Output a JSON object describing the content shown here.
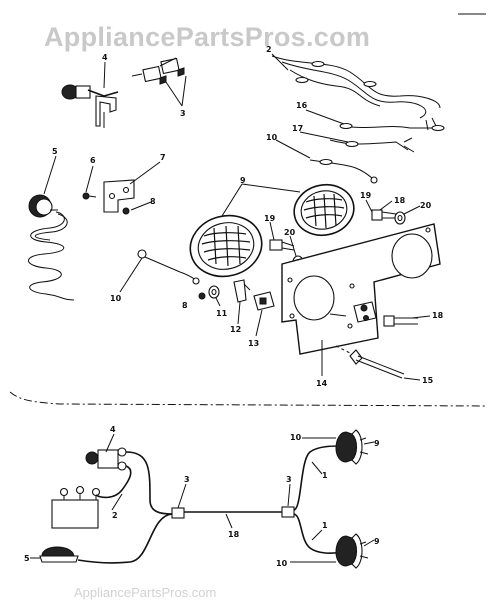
{
  "watermark": {
    "site": "AppliancePartsPros.com",
    "footer": "AppliancePartsPros.com"
  },
  "callouts": {
    "c1a": "1",
    "c1b": "1",
    "c2": "2",
    "c2b": "2",
    "c3a": "3",
    "c3b": "3",
    "c3c": "3",
    "c4": "4",
    "c4b": "4",
    "c5": "5",
    "c5b": "5",
    "c6": "6",
    "c7": "7",
    "c8a": "8",
    "c8b": "8",
    "c9": "9",
    "c9b": "9",
    "c9c": "9",
    "c10a": "10",
    "c10b": "10",
    "c10c": "10",
    "c10d": "10",
    "c11": "11",
    "c12": "12",
    "c13": "13",
    "c14": "14",
    "c15": "15",
    "c16": "16",
    "c17": "17",
    "c18a": "18",
    "c18b": "18",
    "c18c": "18",
    "c19a": "19",
    "c19b": "19",
    "c20a": "20",
    "c20b": "20"
  }
}
